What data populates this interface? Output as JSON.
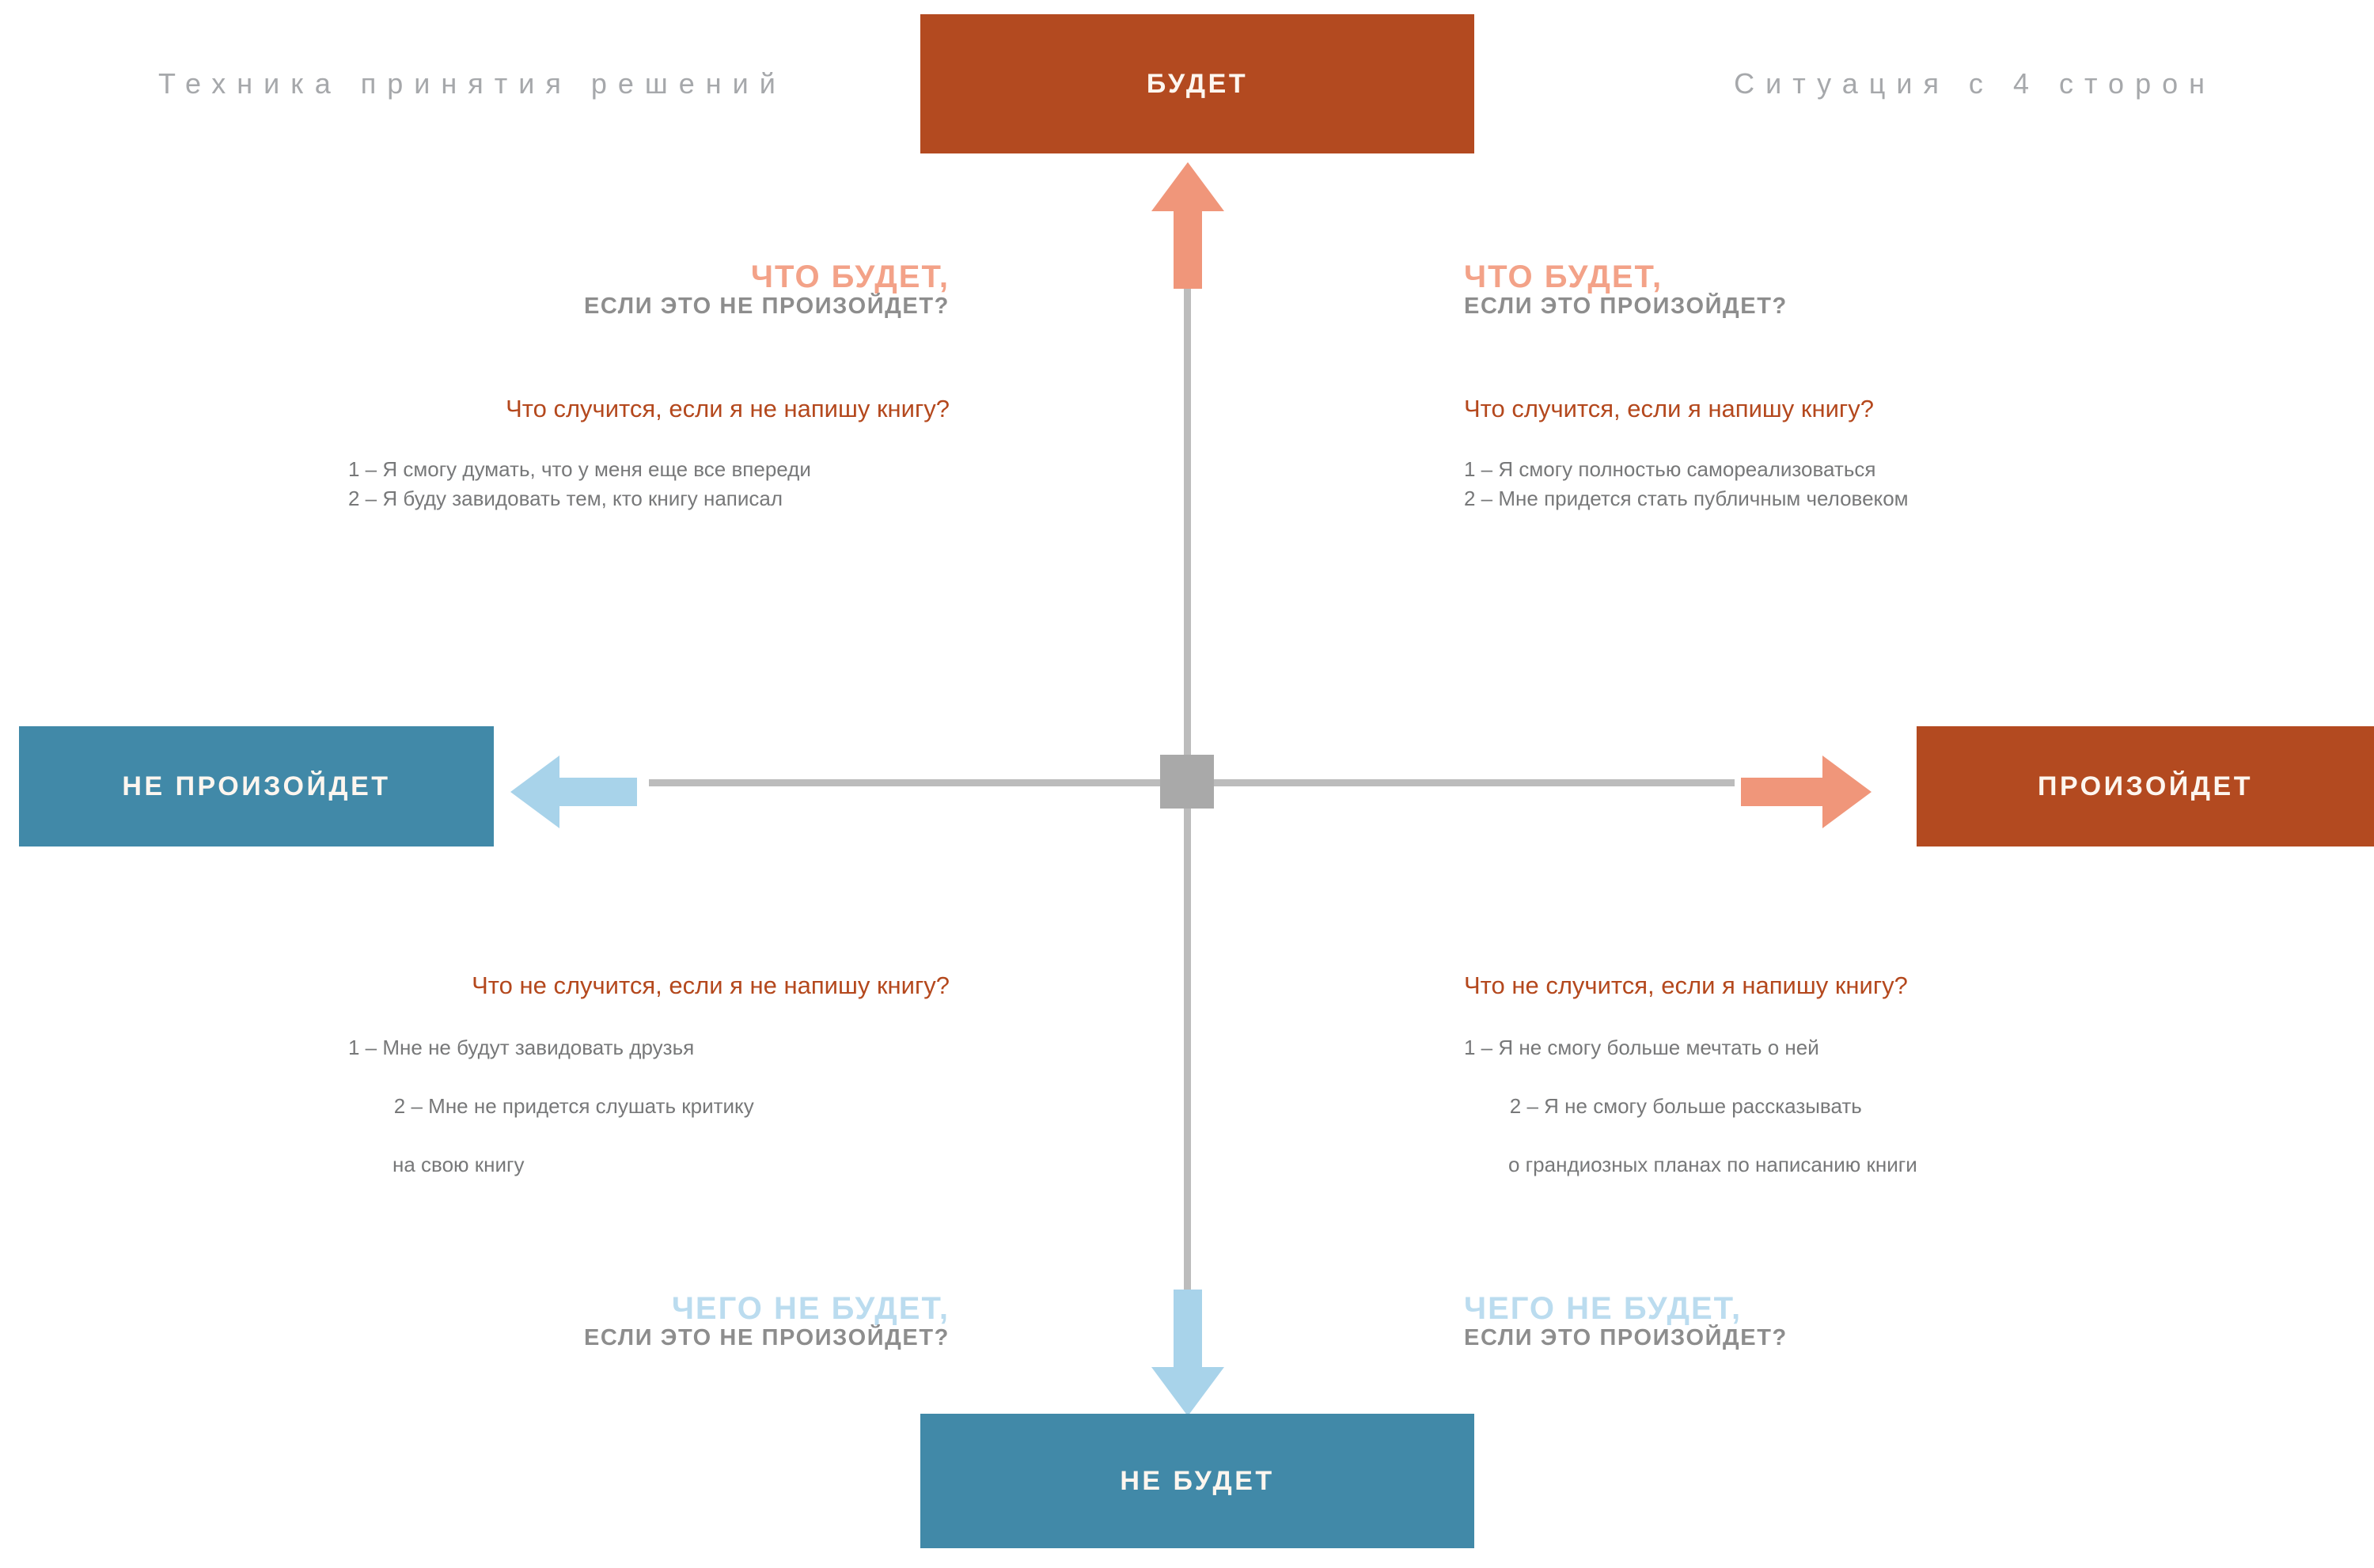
{
  "page": {
    "title_left": "Техника принятия решений",
    "title_right": "Ситуация с 4 сторон"
  },
  "colors": {
    "orange_box": "#b34a20",
    "blue_box": "#4189a8",
    "arrow_salmon": "#f0967a",
    "arrow_lightblue": "#a8d3ea",
    "axis_gray": "#bcbcbc",
    "center_node": "#a9a9a9",
    "heading_orange": "#f3a288",
    "heading_blue": "#bbdcef",
    "heading_gray": "#8d8d8d",
    "question_orange": "#b4481d",
    "body_gray": "#777879",
    "corner_title_gray": "#a6a8ab"
  },
  "axes": {
    "top_label": "БУДЕТ",
    "bottom_label": "НЕ БУДЕТ",
    "left_label": "НЕ ПРОИЗОЙДЕТ",
    "right_label": "ПРОИЗОЙДЕТ"
  },
  "quadrants": {
    "top_left": {
      "heading_line1": "ЧТО БУДЕТ,",
      "heading_line2": "ЕСЛИ ЭТО НЕ ПРОИЗОЙДЕТ?",
      "question": "Что случится, если я не напишу книгу?",
      "items": [
        "1 – Я смогу думать, что у меня еще все впереди",
        "2 – Я буду завидовать тем, кто книгу написал"
      ]
    },
    "top_right": {
      "heading_line1": "ЧТО БУДЕТ,",
      "heading_line2": "ЕСЛИ ЭТО ПРОИЗОЙДЕТ?",
      "question": "Что случится, если я напишу книгу?",
      "items": [
        "1 – Я смогу полностью самореализоваться",
        "2 – Мне придется стать публичным человеком"
      ]
    },
    "bottom_left": {
      "heading_line1": "ЧЕГО НЕ БУДЕТ,",
      "heading_line2": "ЕСЛИ ЭТО НЕ ПРОИЗОЙДЕТ?",
      "question": "Что не случится, если я не напишу книгу?",
      "items": [
        "1 – Мне не будут завидовать друзья",
        "2 – Мне не придется слушать критику"
      ],
      "item2_continuation": "на свою книгу"
    },
    "bottom_right": {
      "heading_line1": "ЧЕГО НЕ БУДЕТ,",
      "heading_line2": "ЕСЛИ ЭТО ПРОИЗОЙДЕТ?",
      "question": "Что не случится, если я напишу книгу?",
      "items": [
        "1 – Я не смогу больше мечтать о ней",
        "2 – Я не смогу больше рассказывать"
      ],
      "item2_continuation": "о грандиозных планах по написанию книги"
    }
  },
  "icons": {
    "arrow_up": "arrow-up-icon",
    "arrow_down": "arrow-down-icon",
    "arrow_left": "arrow-left-icon",
    "arrow_right": "arrow-right-icon",
    "center": "center-node-icon"
  }
}
